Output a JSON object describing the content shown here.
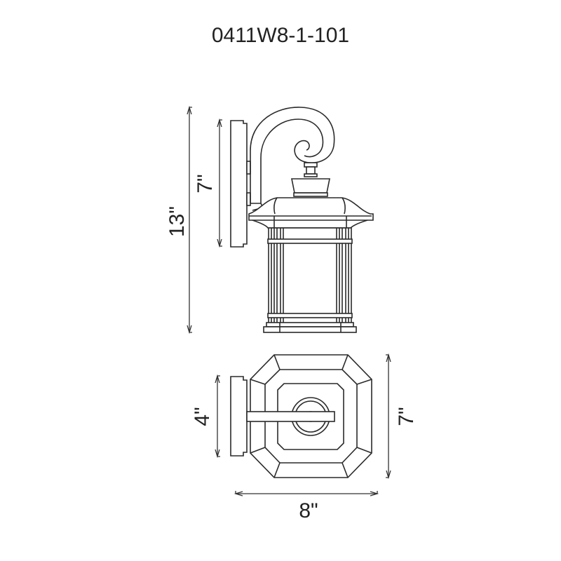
{
  "drawing": {
    "title": "0411W8-1-101",
    "side_view": {
      "overall_height_label": "13\"",
      "backplate_height_label": "7\""
    },
    "top_view": {
      "backplate_width_label": "4\"",
      "depth_label": "7\"",
      "width_label": "8\""
    }
  }
}
